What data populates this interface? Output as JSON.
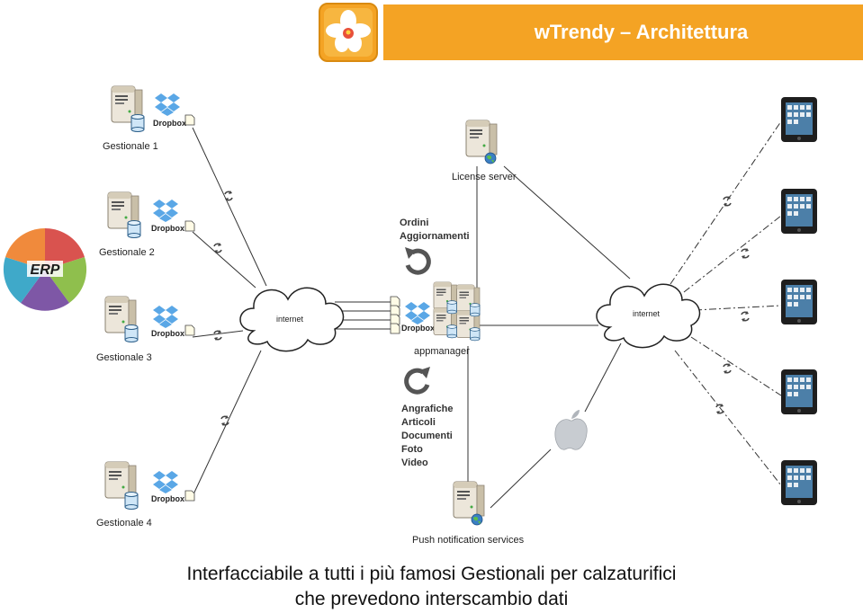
{
  "header": {
    "title": "wTrendy – Architettura",
    "bar_color": "#f4a324"
  },
  "logo": {
    "icon": "orchid-logo-icon",
    "bg_color": "#f4a324"
  },
  "erp": {
    "label": "ERP",
    "colors": [
      "#d9534f",
      "#8fbf4d",
      "#7e57a6",
      "#3fa9c9",
      "#f08a3c"
    ]
  },
  "gestionali": [
    {
      "label": "Gestionale 1",
      "sync": "Dropbox"
    },
    {
      "label": "Gestionale 2",
      "sync": "Dropbox"
    },
    {
      "label": "Gestionale 3",
      "sync": "Dropbox"
    },
    {
      "label": "Gestionale 4",
      "sync": "Dropbox"
    }
  ],
  "clouds": {
    "left": "internet",
    "right": "internet"
  },
  "license_server": {
    "label": "License server"
  },
  "appmanager": {
    "label": "appmanager",
    "sync": "Dropbox"
  },
  "upload_list": {
    "lines": [
      "Ordini",
      "Aggiornamenti"
    ]
  },
  "download_list": {
    "lines": [
      "Angrafiche",
      "Articoli",
      "Documenti",
      "Foto",
      "Video"
    ]
  },
  "push": {
    "label": "Push notification services"
  },
  "devices": {
    "count_label": "",
    "icon": "tablet-icon"
  },
  "caption": {
    "line1": "Interfacciabile a tutti i più famosi Gestionali per calzaturifici",
    "line2": "che prevedono interscambio dati"
  }
}
